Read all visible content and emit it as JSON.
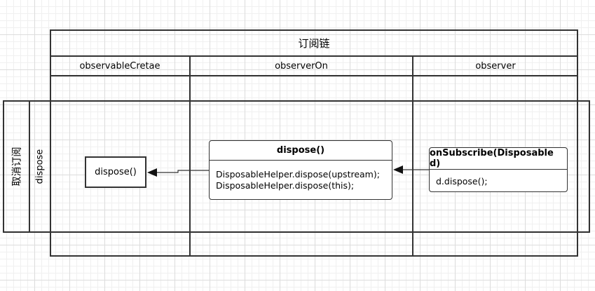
{
  "pool": {
    "title": "订阅链",
    "lanes": [
      {
        "label": "observableCretae"
      },
      {
        "label": "observerOn"
      },
      {
        "label": "observer"
      }
    ]
  },
  "row": {
    "outer_label": "取消订阅",
    "inner_label": "dispose"
  },
  "nodes": {
    "dispose_simple": {
      "label": "dispose()"
    },
    "dispose_class": {
      "title": "dispose()",
      "line1": "DisposableHelper.dispose(upstream);",
      "line2": "DisposableHelper.dispose(this);"
    },
    "on_subscribe": {
      "title": "onSubscribe(Disposable d)",
      "line1": "d.dispose();"
    }
  },
  "colors": {
    "stroke": "#333333",
    "grid": "#dcdcdc",
    "background": "#ffffff"
  }
}
